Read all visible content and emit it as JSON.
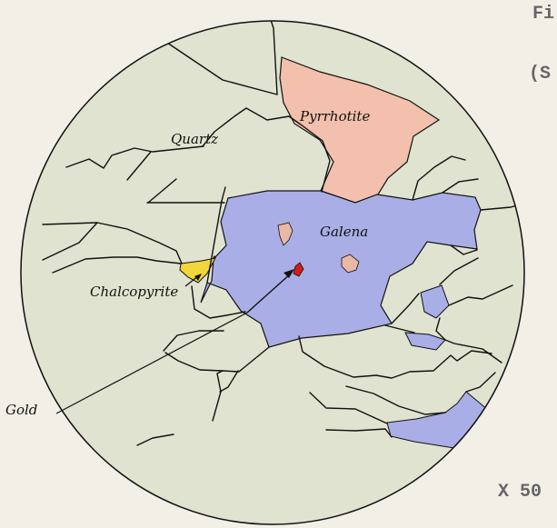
{
  "diagram": {
    "colors": {
      "paper": "#f2efe7",
      "quartz": "#dfe3cf",
      "galena": "#a9aee6",
      "pyrrhotite": "#f2c0ac",
      "chalcopyrite": "#f0d63a",
      "gold": "#d11f16",
      "ink": "#111111",
      "typed_text": "#666666"
    },
    "labels": {
      "quartz": "Quartz",
      "pyrrhotite": "Pyrrhotite",
      "galena": "Galena",
      "chalcopyrite": "Chalcopyrite",
      "gold": "Gold"
    },
    "typed": {
      "fig": "Fi",
      "paren": "(S",
      "magnification": "X 50"
    }
  }
}
